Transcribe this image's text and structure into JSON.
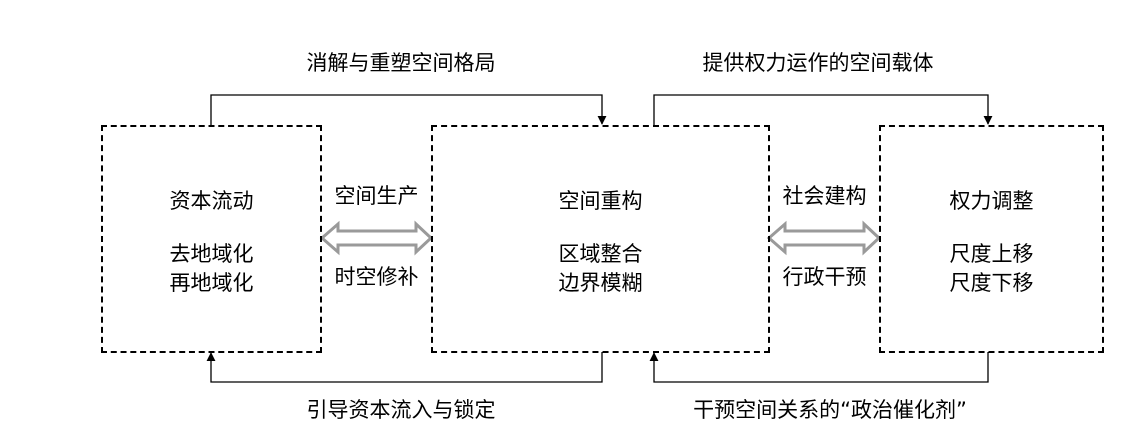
{
  "boxes": {
    "capital": {
      "title": "资本流动",
      "line1": "去地域化",
      "line2": "再地域化"
    },
    "space": {
      "title": "空间重构",
      "line1": "区域整合",
      "line2": "边界模糊"
    },
    "power": {
      "title": "权力调整",
      "line1": "尺度上移",
      "line2": "尺度下移"
    }
  },
  "links": {
    "top_left": "消解与重塑空间格局",
    "top_right": "提供权力运作的空间载体",
    "bottom_left": "引导资本流入与锁定",
    "bottom_right": "干预空间关系的“政治催化剂”",
    "mid_left_top": "空间生产",
    "mid_left_bottom": "时空修补",
    "mid_right_top": "社会建构",
    "mid_right_bottom": "行政干预"
  }
}
